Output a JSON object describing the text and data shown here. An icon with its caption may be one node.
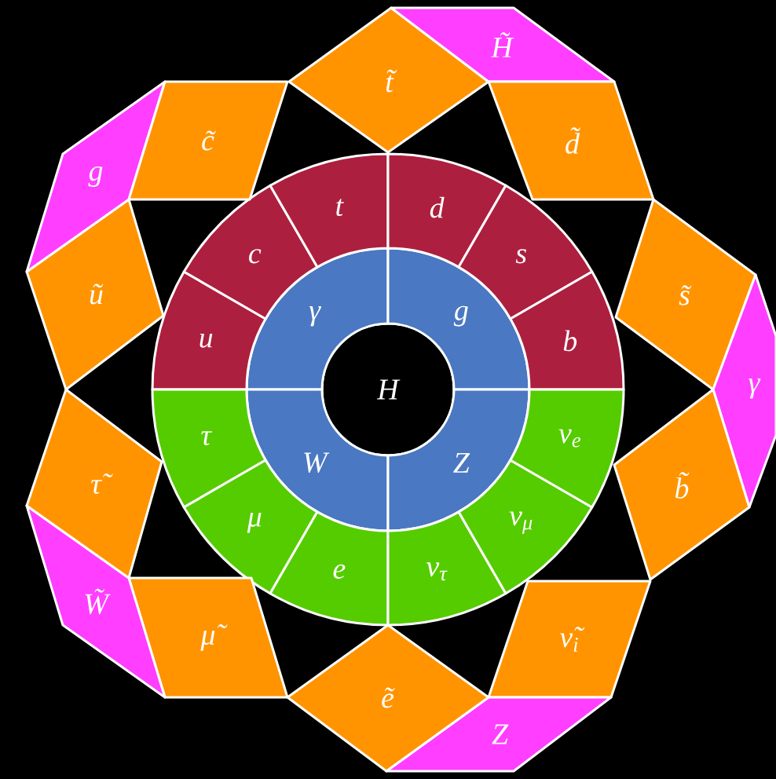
{
  "diagram": {
    "nodes": [
      {
        "text": [
          "H"
        ]
      },
      {
        "text": [
          "γ"
        ]
      },
      {
        "text": [
          "g"
        ]
      },
      {
        "text": [
          "W"
        ]
      },
      {
        "text": [
          "Z"
        ]
      },
      {
        "text": [
          "u"
        ]
      },
      {
        "text": [
          "c"
        ]
      },
      {
        "text": [
          "t"
        ]
      },
      {
        "text": [
          "d"
        ]
      },
      {
        "text": [
          "s"
        ]
      },
      {
        "text": [
          "b"
        ]
      },
      {
        "text": [
          "τ"
        ]
      },
      {
        "text": [
          "μ"
        ]
      },
      {
        "text": [
          "e"
        ]
      },
      {
        "text": [
          "ν$_{τ}$"
        ]
      },
      {
        "text": [
          "ν$_{μ}$"
        ]
      },
      {
        "text": [
          "ν$_{e}$"
        ]
      },
      {
        "text": [
          "t̃"
        ]
      },
      {
        "text": [
          "H̃"
        ]
      },
      {
        "text": [
          "d̃"
        ]
      },
      {
        "text": [
          "s̃"
        ]
      },
      {
        "text": [
          "γ"
        ]
      },
      {
        "text": [
          "b̃"
        ]
      },
      {
        "text": [
          "ν̃$_{i}$"
        ]
      },
      {
        "text": [
          "Z"
        ]
      },
      {
        "text": [
          "ẽ"
        ]
      },
      {
        "text": [
          "μ̃"
        ]
      },
      {
        "text": [
          "W̃"
        ]
      },
      {
        "text": [
          "τ̃"
        ]
      },
      {
        "text": [
          "ũ"
        ]
      },
      {
        "text": [
          "g"
        ]
      },
      {
        "text": [
          "c̃"
        ]
      }
    ]
  }
}
